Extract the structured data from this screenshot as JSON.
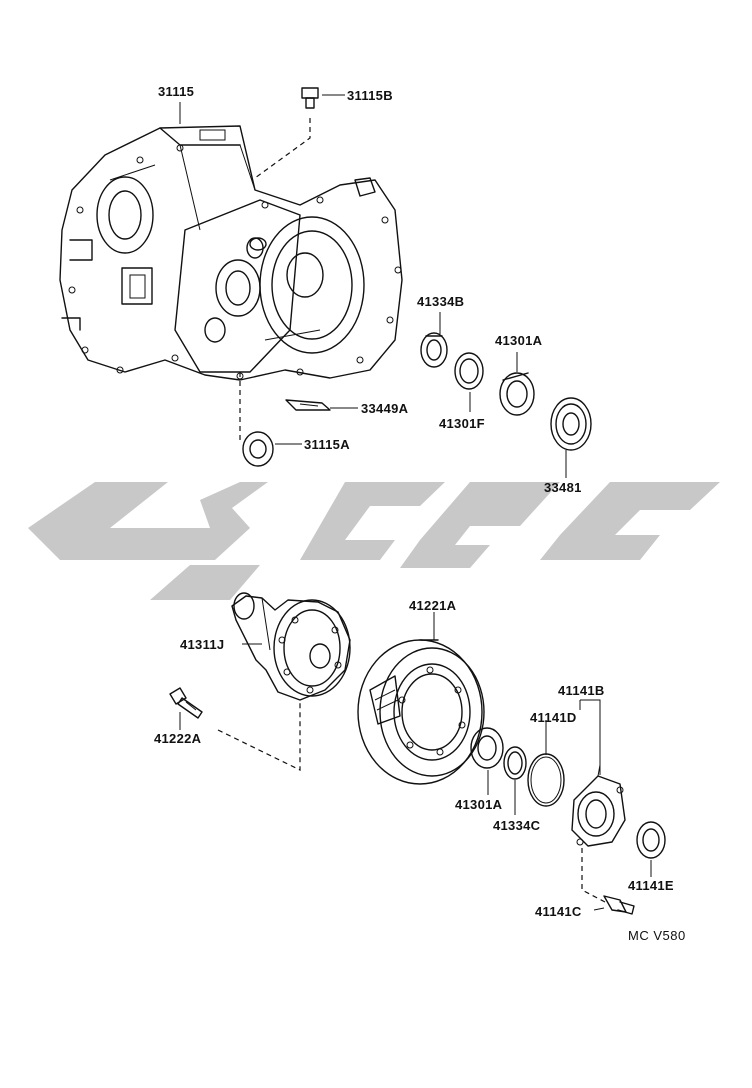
{
  "labels": {
    "p31115": "31115",
    "p31115B": "31115B",
    "p41334B": "41334B",
    "p41301A_top": "41301A",
    "p41301F": "41301F",
    "p33449A": "33449A",
    "p33481": "33481",
    "p31115A": "31115A",
    "p41221A": "41221A",
    "p41311J": "41311J",
    "p41222A": "41222A",
    "p41141B": "41141B",
    "p41141D": "41141D",
    "p41301A_bottom": "41301A",
    "p41334C": "41334C",
    "p41141E": "41141E",
    "p41141C": "41141C"
  },
  "diagram_code": "MC  V580",
  "colors": {
    "line": "#111111",
    "watermark": "#c8c8c8",
    "background": "#ffffff"
  }
}
